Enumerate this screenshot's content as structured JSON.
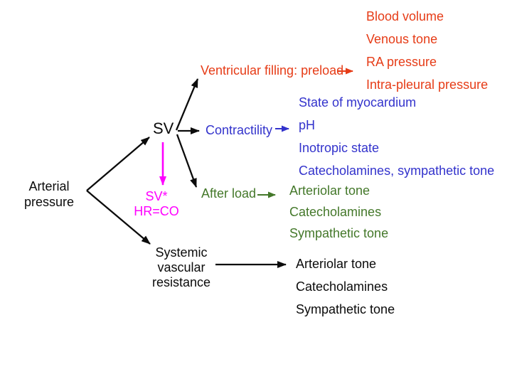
{
  "slide": {
    "background": "#ffffff"
  },
  "colors": {
    "slide_bg": "#ffffff",
    "text_black": "#0b0b0b",
    "preload_red": "#e63c17",
    "contractility_blue": "#3333cc",
    "afterload_green": "#44782a",
    "co_magenta": "#ff00ff"
  },
  "nodes": {
    "arterial_pressure": {
      "label": "Arterial\npressure"
    },
    "sv": {
      "label": "SV"
    },
    "sv_hr_co": {
      "label": "SV*\nHR=CO"
    },
    "ventricular_filling": {
      "label": "Ventricular filling: preload"
    },
    "contractility": {
      "label": "Contractility"
    },
    "after_load": {
      "label": "After load"
    },
    "systemic_vascular_resistance": {
      "label": "Systemic\nvascular\nresistance"
    }
  },
  "lists": {
    "preload_factors": {
      "color": "#e63c17",
      "items": [
        "Blood volume",
        "Venous tone",
        "RA pressure",
        "Intra-pleural pressure"
      ]
    },
    "contractility_factors": {
      "color": "#3333cc",
      "items": [
        "State of myocardium",
        "pH",
        "Inotropic state",
        "Catecholamines, sympathetic tone"
      ]
    },
    "afterload_factors": {
      "color": "#44782a",
      "items": [
        "Arteriolar tone",
        "Catecholamines",
        "Sympathetic tone"
      ]
    },
    "svr_factors": {
      "color": "#0b0b0b",
      "items": [
        "Arteriolar tone",
        "Catecholamines",
        "Sympathetic tone"
      ]
    }
  },
  "edges": [
    {
      "from": "arterial_pressure",
      "to": "sv",
      "color": "black"
    },
    {
      "from": "arterial_pressure",
      "to": "systemic_vascular_resistance",
      "color": "black"
    },
    {
      "from": "sv",
      "to": "ventricular_filling",
      "color": "black"
    },
    {
      "from": "sv",
      "to": "contractility",
      "color": "black"
    },
    {
      "from": "sv",
      "to": "after_load",
      "color": "black"
    },
    {
      "from": "sv",
      "to": "sv_hr_co",
      "color": "magenta"
    },
    {
      "from": "ventricular_filling",
      "to": "preload_factors",
      "color": "red"
    },
    {
      "from": "contractility",
      "to": "contractility_factors",
      "color": "blue"
    },
    {
      "from": "after_load",
      "to": "afterload_factors",
      "color": "green"
    },
    {
      "from": "systemic_vascular_resistance",
      "to": "svr_factors",
      "color": "black"
    }
  ]
}
